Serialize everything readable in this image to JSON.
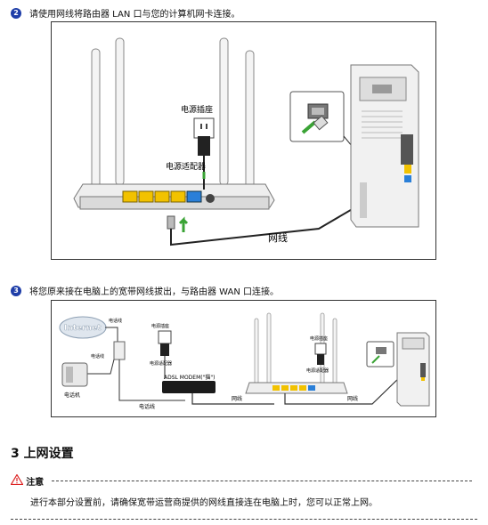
{
  "steps": [
    {
      "num": "2",
      "text": "请使用网线将路由器 LAN 口与您的计算机网卡连接。"
    },
    {
      "num": "3",
      "text": "将您原来接在电脑上的宽带网线拔出，与路由器 WAN 口连接。"
    }
  ],
  "figure1": {
    "power_socket": "电源插座",
    "power_adapter": "电源适配器",
    "cable": "网线"
  },
  "figure2": {
    "internet": "Internet",
    "phone_line_1": "电话线",
    "phone_line_2": "电话线",
    "phone_line_3": "电话线",
    "telephone": "电话机",
    "power_socket_a": "电源插座",
    "power_adapter_a": "电源适配器",
    "modem": "ADSL MODEM(\"猫\")",
    "cable_1": "网线",
    "cable_2": "网线",
    "power_socket_b": "电源插座",
    "power_adapter_b": "电源适配器"
  },
  "section": {
    "title": "3 上网设置"
  },
  "note": {
    "title": "注意",
    "body": "进行本部分设置前，请确保宽带运营商提供的网线直接连在电脑上时，您可以正常上网。"
  },
  "colors": {
    "step_badge": "#1f3ea8",
    "arrow_green": "#3aa335",
    "lan_port": "#f2c200",
    "wan_port": "#2a7fd8",
    "warn": "#d22"
  }
}
